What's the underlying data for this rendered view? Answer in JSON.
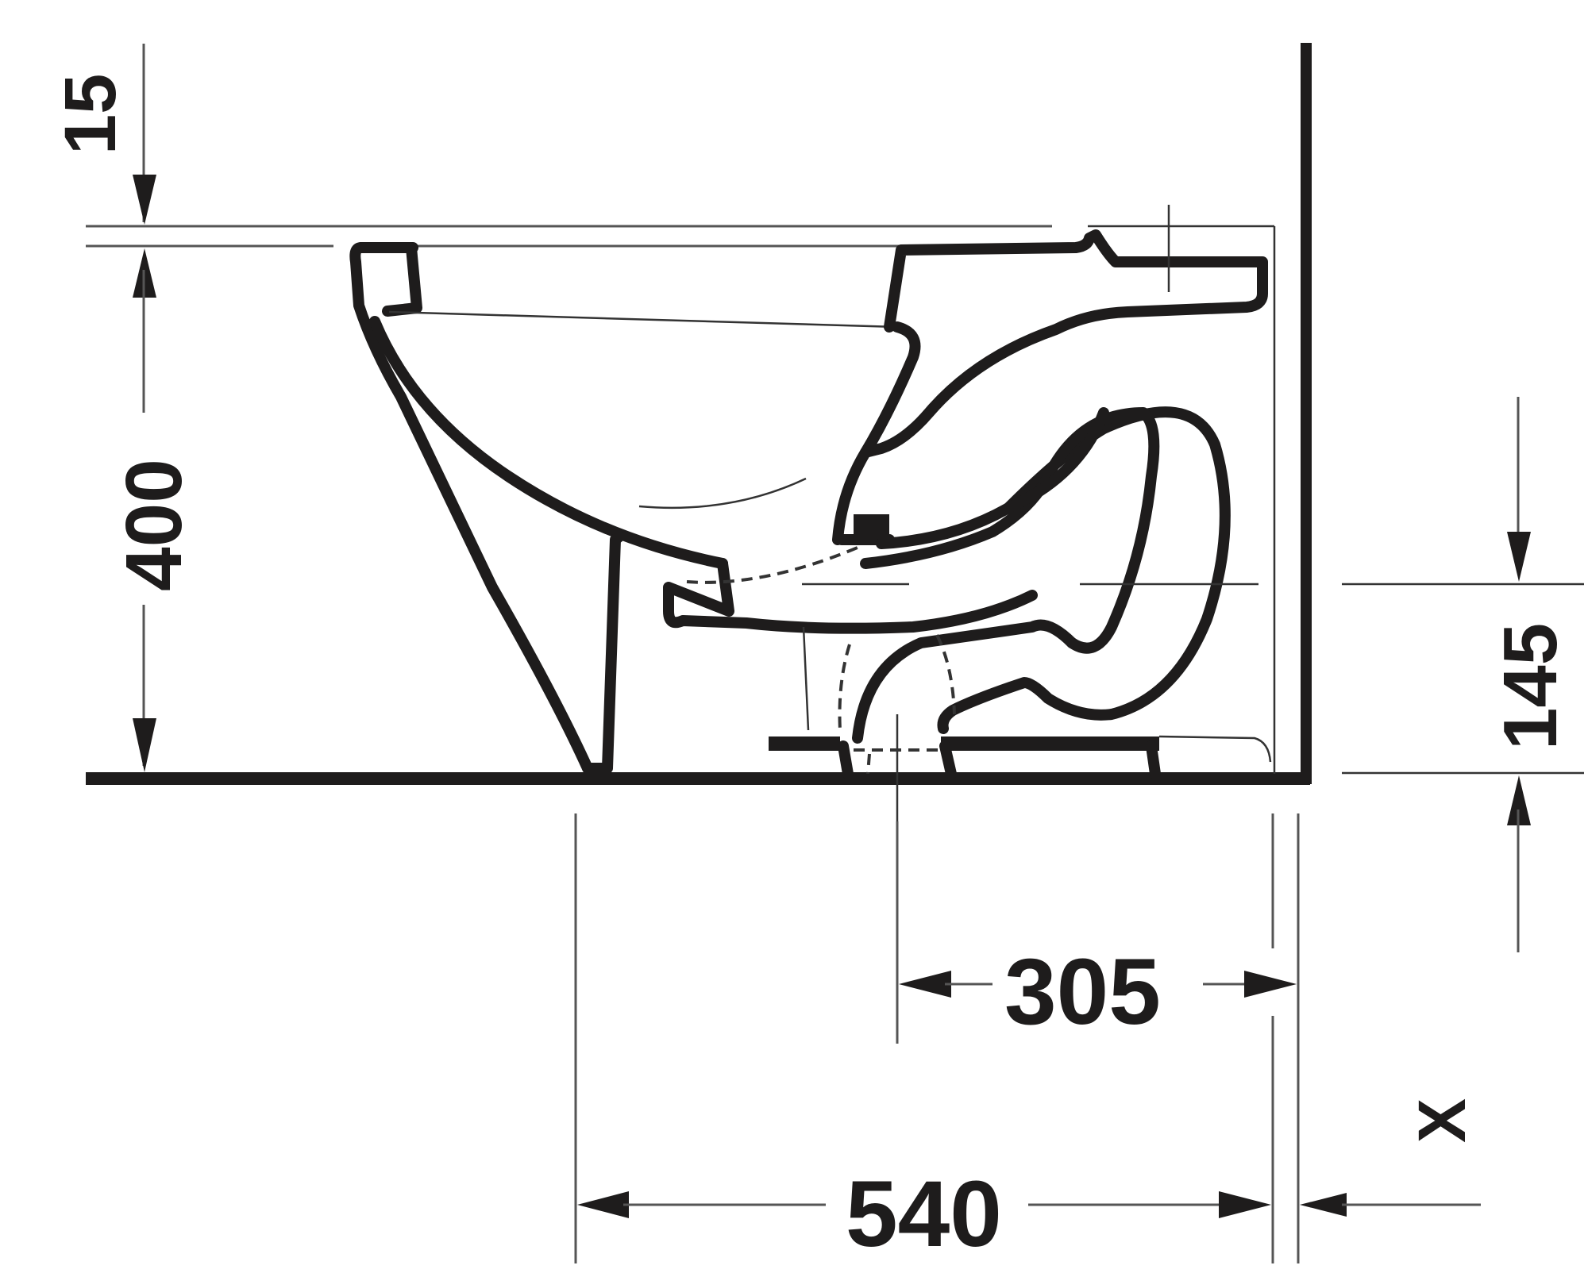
{
  "drawing": {
    "type": "technical side-view dimension drawing",
    "subject": "floor-standing toilet bowl with trap",
    "colors": {
      "line": "#1e1c1c",
      "dimension_line": "#555555",
      "background": "#ffffff"
    }
  },
  "dimensions": {
    "top_offset": {
      "value": "15",
      "orientation": "vertical"
    },
    "height": {
      "value": "400",
      "orientation": "vertical"
    },
    "outlet_height": {
      "value": "145",
      "orientation": "vertical"
    },
    "rough_in": {
      "value": "305",
      "orientation": "horizontal"
    },
    "depth": {
      "value": "540",
      "orientation": "horizontal"
    },
    "wall_gap": {
      "value": "X",
      "display": "><",
      "orientation": "horizontal"
    }
  }
}
